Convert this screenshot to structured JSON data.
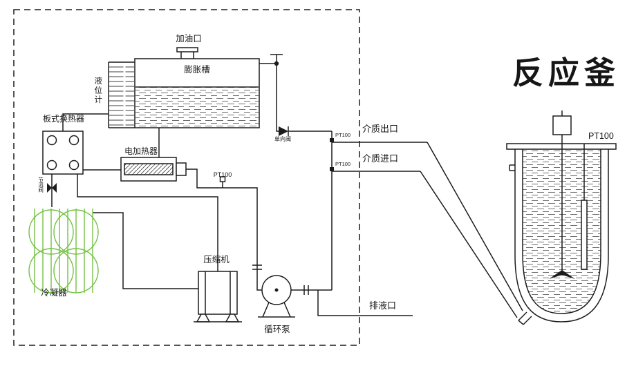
{
  "diagram": {
    "title": "反应釜",
    "labels": {
      "fill_port": "加油口",
      "expansion_tank": "膨胀槽",
      "level_gauge": "液位计",
      "plate_heat_exchanger": "板式换热器",
      "electric_heater": "电加热器",
      "check_valve": "单向阀",
      "throttle_valve": "节流阀",
      "pt100_line": "PT100",
      "pt100_outlet": "PT100",
      "pt100_inlet": "PT100",
      "pt100_reactor": "PT100",
      "medium_outlet": "介质出口",
      "medium_inlet": "介质进口",
      "condenser": "冷凝器",
      "compressor": "压缩机",
      "circulation_pump": "循环泵",
      "drain_port": "排液口"
    },
    "colors": {
      "line": "#1c1c1c",
      "condenser_coil_green": "#72c243",
      "background": "#ffffff"
    }
  }
}
